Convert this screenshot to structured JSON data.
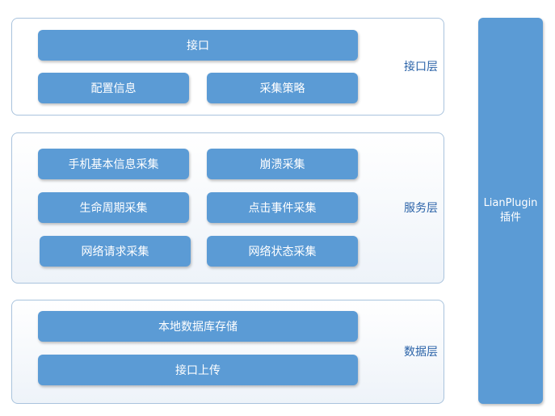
{
  "layers": {
    "interface": {
      "label": "接口层",
      "boxes": [
        "接口",
        "配置信息",
        "采集策略"
      ]
    },
    "service": {
      "label": "服务层",
      "boxes": [
        "手机基本信息采集",
        "崩溃采集",
        "生命周期采集",
        "点击事件采集",
        "网络请求采集",
        "网络状态采集"
      ]
    },
    "data": {
      "label": "数据层",
      "boxes": [
        "本地数据库存储",
        "接口上传"
      ]
    }
  },
  "plugin": {
    "line1": "LianPlugin",
    "line2": "插件"
  },
  "colors": {
    "box_fill": "#5b9bd5",
    "label_text": "#2b63a8",
    "layer_border": "#a9c3dd"
  }
}
